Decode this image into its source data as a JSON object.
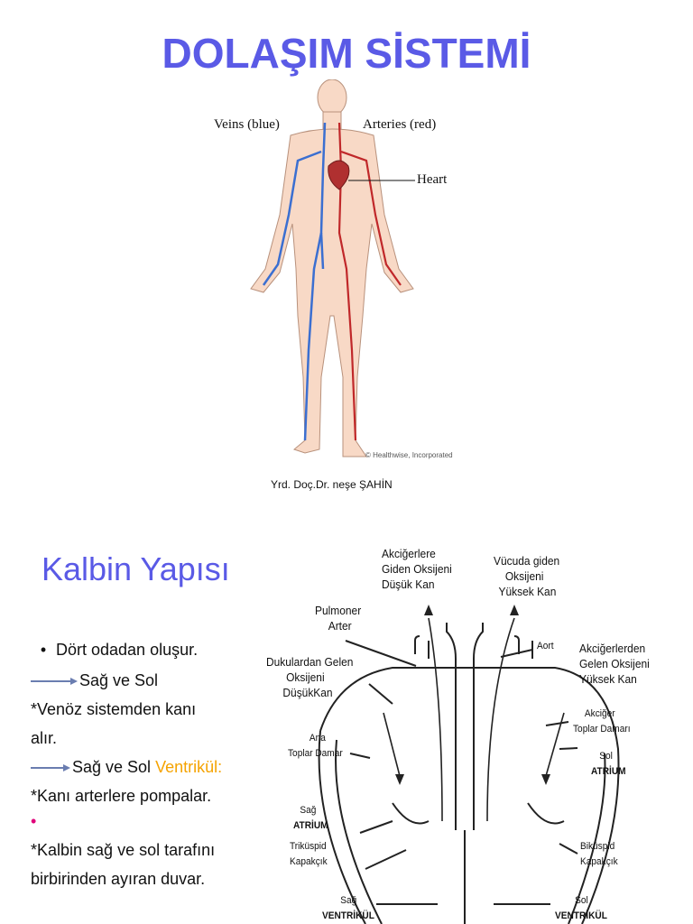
{
  "slide1": {
    "title": "DOLAŞIM SİSTEMİ",
    "label_veins": "Veins (blue)",
    "label_arteries": "Arteries (red)",
    "label_heart": "Heart",
    "credit": "© Healthwise, Incorporated",
    "author": "Yrd. Doç.Dr. neşe ŞAHİN"
  },
  "slide2": {
    "title": "Kalbin Yapısı",
    "bullet_dot": "•",
    "line1": "Dört odadan oluşur.",
    "line2": "Sağ ve Sol",
    "line3": "*Venöz sistemden kanı",
    "line4": "alır.",
    "line5_pre": "Sağ ve Sol ",
    "line5_accent": "Ventrikül:",
    "line6": "*Kanı arterlere pompalar.",
    "line7": "•",
    "line8": "*Kalbin sağ ve sol tarafını",
    "line9": "birbirinden ayıran duvar.",
    "heart_labels": {
      "l1": "Akciğerlere",
      "l2": "Giden Oksijeni",
      "l3": "Düşük Kan",
      "v1": "Vücuda giden",
      "v2": "Oksijeni",
      "v3": "Yüksek Kan",
      "p1": "Pulmoner",
      "p2": "Arter",
      "aort": "Aort",
      "ag1": "Akciğerlerden",
      "ag2": "Gelen Oksijeni",
      "ag3": "Yüksek Kan",
      "d1": "Dukulardan Gelen",
      "d2": "Oksijeni",
      "d3": "DüşükKan",
      "at1": "Akciğer",
      "at2": "Toplar Damarı",
      "ana1": "Ana",
      "ana2": "Toplar Damar",
      "sol1": "Sol",
      "sol2": "ATRİUM",
      "sag1": "Sağ",
      "sag2": "ATRİUM",
      "tri1": "Triküspid",
      "tri2": "Kapakçık",
      "bik1": "Biküspid",
      "bik2": "Kapakçık",
      "sv1": "Sağ",
      "sv2": "VENTRİKÜL",
      "slv1": "Sol",
      "slv2": "VENTRİKÜL"
    }
  },
  "colors": {
    "title": "#5a5ae6",
    "accent": "#f5a300",
    "vein": "#3b6fd1",
    "artery": "#c0282a",
    "skin": "#f8d9c6"
  }
}
